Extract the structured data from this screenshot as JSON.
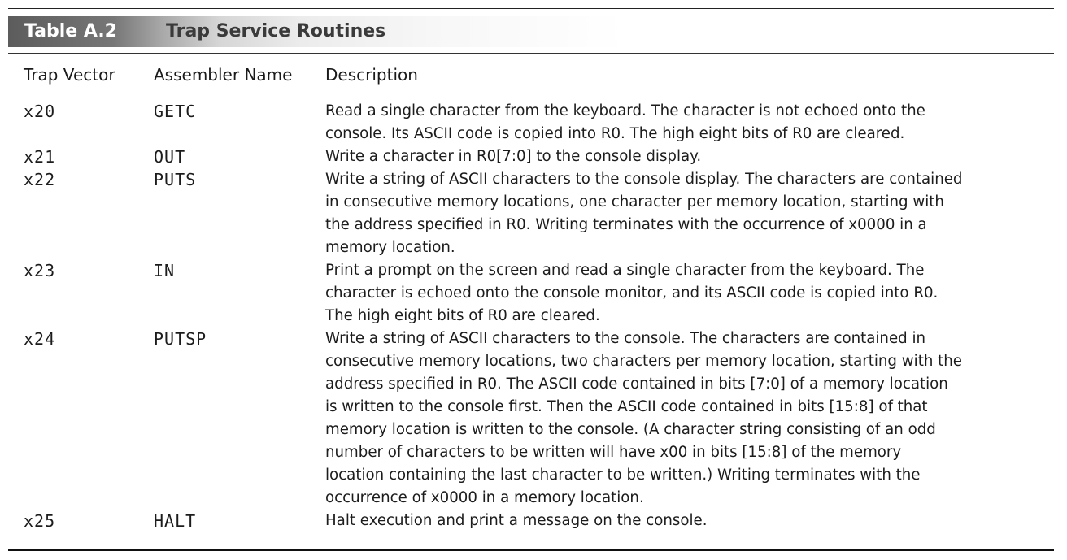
{
  "table": {
    "label": "Table A.2",
    "title": "Trap Service Routines",
    "headers": {
      "trap_vector": "Trap Vector",
      "assembler_name": "Assembler Name",
      "description": "Description"
    },
    "rows": [
      {
        "vector": "x20",
        "name": "GETC",
        "lines": [
          "Read a single character from the keyboard. The character is not echoed onto the",
          "console. Its ASCII code is copied into R0. The high eight bits of R0 are cleared."
        ]
      },
      {
        "vector": "x21",
        "name": "OUT",
        "lines": [
          "Write a character in R0[7:0] to the console display."
        ]
      },
      {
        "vector": "x22",
        "name": "PUTS",
        "lines": [
          "Write a string of ASCII characters to the console display. The characters are contained",
          "in consecutive memory locations, one character per memory location, starting with",
          "the address specified in R0. Writing terminates with the occurrence of x0000 in a",
          "memory location."
        ]
      },
      {
        "vector": "x23",
        "name": "IN",
        "lines": [
          "Print a prompt on the screen and read a single character from the keyboard. The",
          "character is echoed onto the console monitor, and its ASCII code is copied into R0.",
          "The high eight bits of R0 are cleared."
        ]
      },
      {
        "vector": "x24",
        "name": "PUTSP",
        "lines": [
          "Write a string of ASCII characters to the console. The characters are contained in",
          "consecutive memory locations, two characters per memory location, starting with the",
          "address specified in R0. The ASCII code contained in bits [7:0] of a memory location",
          "is written to the console first. Then the ASCII code contained in bits [15:8] of that",
          "memory location is written to the console. (A character string consisting of an odd",
          "number of characters to be written will have x00 in bits [15:8] of the memory",
          "location containing the last character to be written.) Writing terminates with the",
          "occurrence of x0000 in a memory location."
        ]
      },
      {
        "vector": "x25",
        "name": "HALT",
        "lines": [
          "Halt execution and print a message on the console."
        ]
      }
    ]
  }
}
